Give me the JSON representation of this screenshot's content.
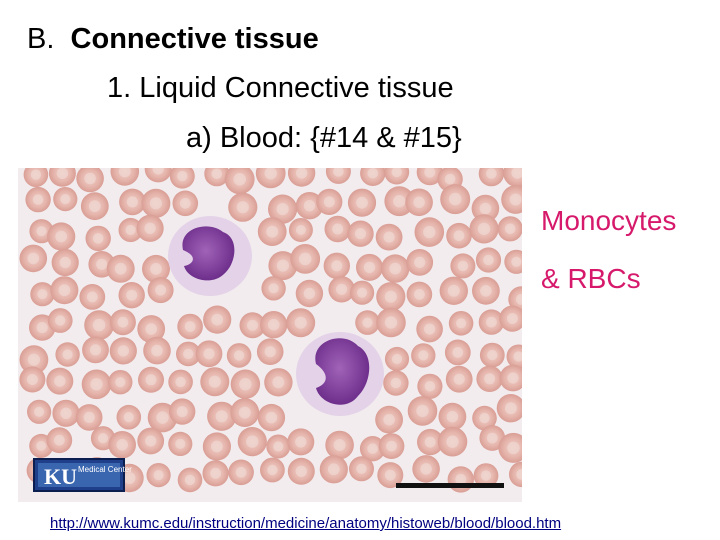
{
  "slide": {
    "heading_prefix": "B.",
    "heading_bold": "Connective tissue",
    "subheading": "1.  Liquid Connective tissue",
    "subsubheading": "a)  Blood: {#14 & #15}"
  },
  "image": {
    "logo_text": "KU",
    "logo_subtext": "Medical Center"
  },
  "captions": {
    "line1": "Monocytes",
    "line2": "& RBCs"
  },
  "source": {
    "url": "http://www.kumc.edu/instruction/medicine/anatomy/histoweb/blood/blood.htm"
  },
  "colors": {
    "caption": "#d6196b",
    "link": "#000080",
    "rbc": "#e6b3ab",
    "nucleus": "#8a4aa6"
  }
}
